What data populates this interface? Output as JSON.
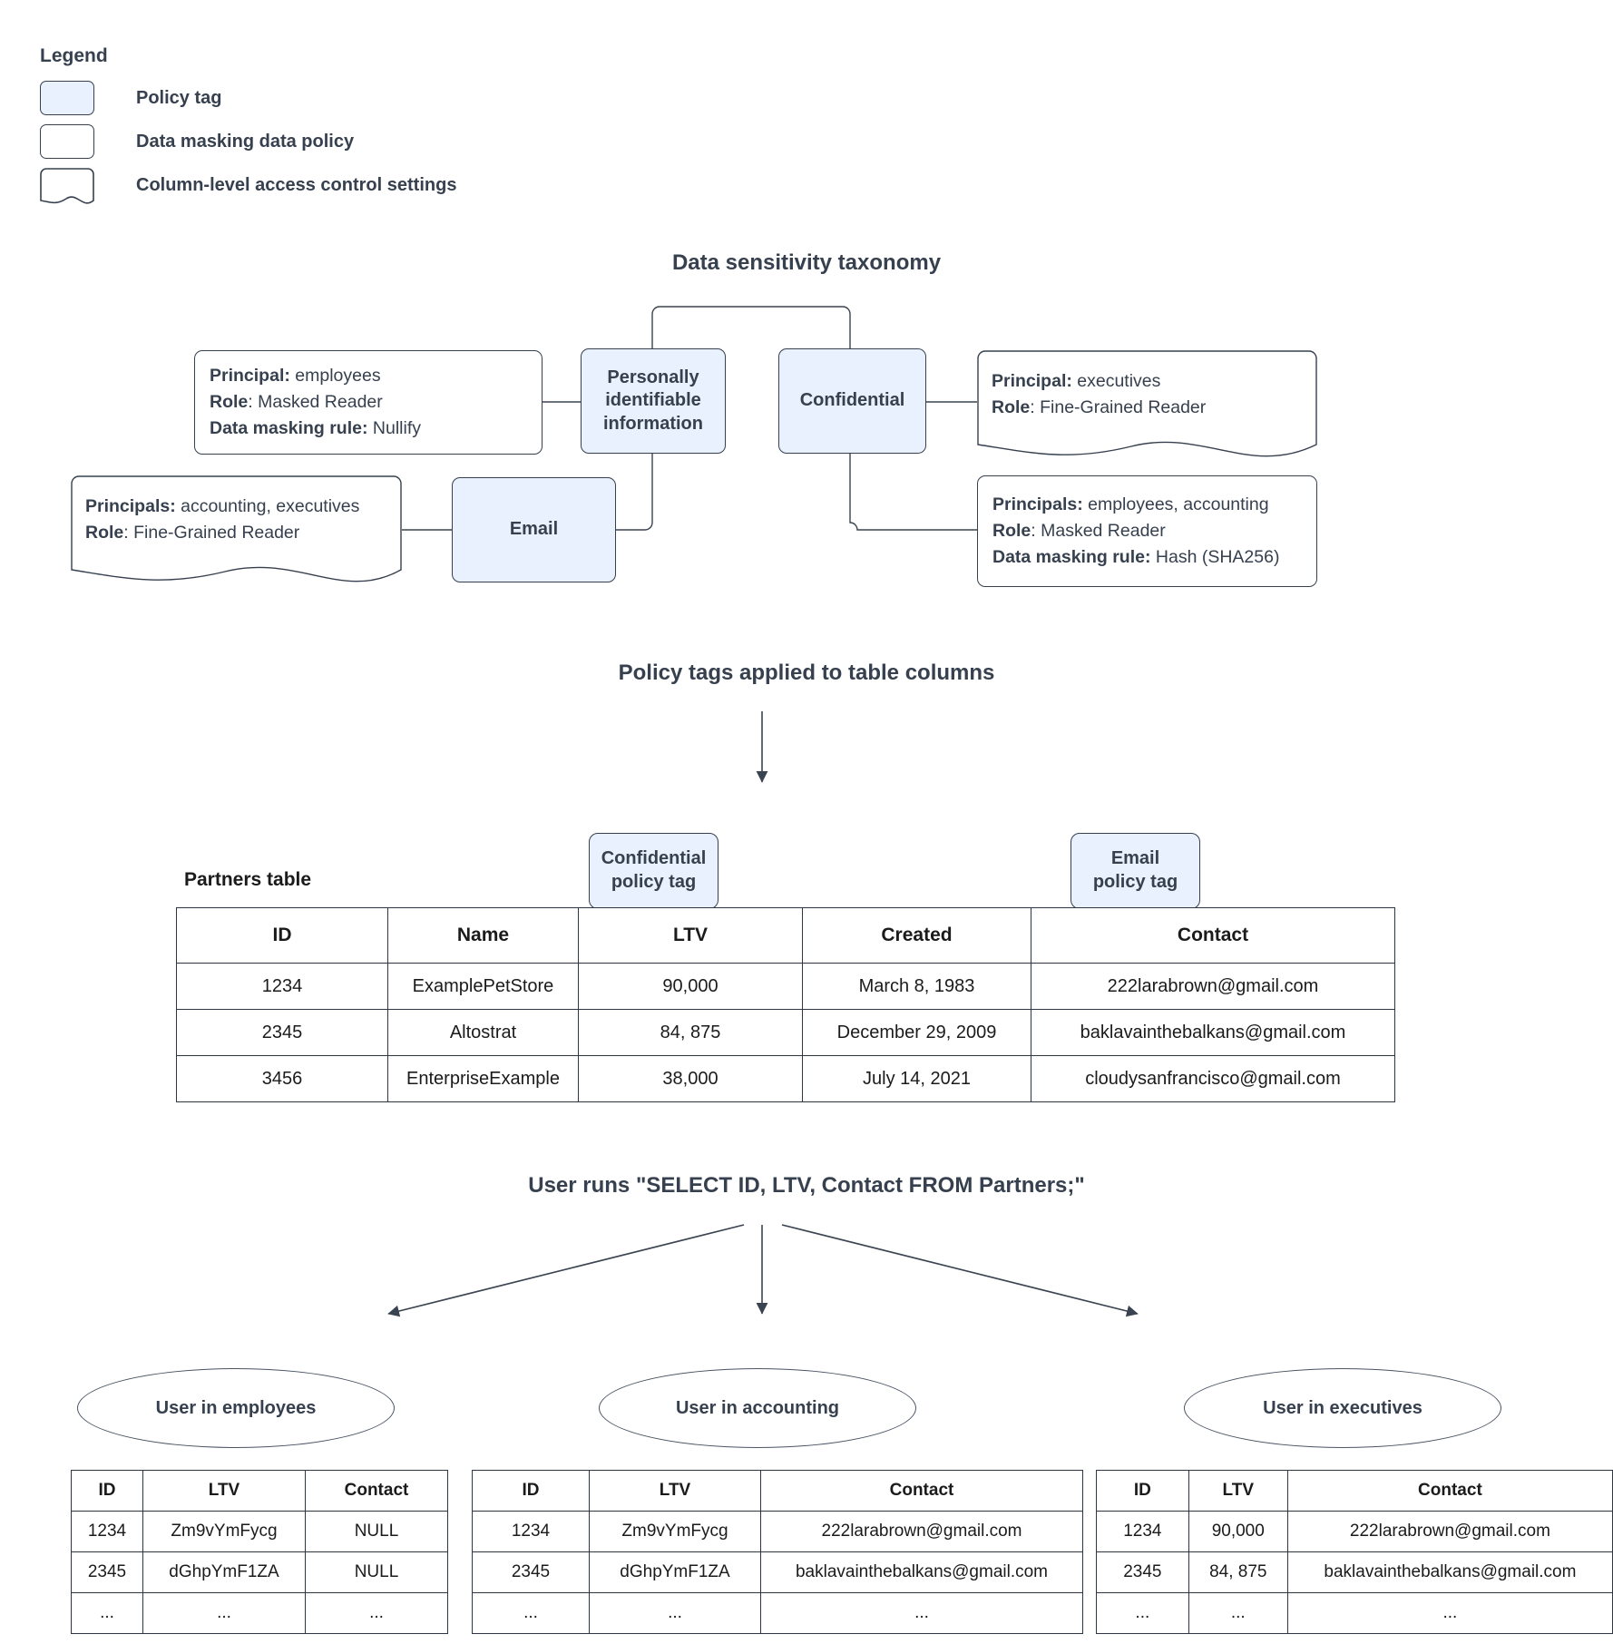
{
  "legend": {
    "title": "Legend",
    "items": [
      {
        "label": "Policy tag",
        "swatch": "policy-tag-swatch"
      },
      {
        "label": "Data masking data policy",
        "swatch": "data-policy-swatch"
      },
      {
        "label": "Column-level access control settings",
        "swatch": "access-control-swatch"
      }
    ]
  },
  "taxonomy": {
    "heading": "Data sensitivity taxonomy",
    "tags": {
      "pii": "Personally identifiable information",
      "confidential": "Confidential",
      "email": "Email"
    },
    "policies": {
      "pii_masking": {
        "principal_label": "Principal:",
        "principal_value": " employees",
        "role_label": "Role",
        "role_value": ": Masked Reader",
        "rule_label": "Data masking rule:",
        "rule_value": " Nullify"
      },
      "confidential_access": {
        "principal_label": "Principal:",
        "principal_value": " executives",
        "role_label": "Role",
        "role_value": ": Fine-Grained Reader"
      },
      "email_access": {
        "principal_label": "Principals:",
        "principal_value": " accounting, executives",
        "role_label": "Role",
        "role_value": ": Fine-Grained Reader"
      },
      "confidential_masking": {
        "principal_label": "Principals:",
        "principal_value": " employees, accounting",
        "role_label": "Role",
        "role_value": ": Masked Reader",
        "rule_label": "Data masking rule:",
        "rule_value": " Hash (SHA256)"
      }
    }
  },
  "applied": {
    "heading": "Policy tags applied to table columns",
    "caption": "Partners table",
    "tag_confidential": "Confidential\npolicy tag",
    "tag_confidential_l1": "Confidential",
    "tag_confidential_l2": "policy tag",
    "tag_email_l1": "Email",
    "tag_email_l2": "policy tag"
  },
  "query": {
    "heading": "User runs \"SELECT ID, LTV, Contact FROM Partners;\""
  },
  "chart_data": {
    "type": "table",
    "title": "Partners table",
    "partners_table": {
      "columns": [
        "ID",
        "Name",
        "LTV",
        "Created",
        "Contact"
      ],
      "rows": [
        [
          "1234",
          "ExamplePetStore",
          "90,000",
          "March 8, 1983",
          "222larabrown@gmail.com"
        ],
        [
          "2345",
          "Altostrat",
          "84, 875",
          "December 29, 2009",
          "baklavainthebalkans@gmail.com"
        ],
        [
          "3456",
          "EnterpriseExample",
          "38,000",
          "July 14, 2021",
          "cloudysanfrancisco@gmail.com"
        ]
      ]
    },
    "results": [
      {
        "actor": "User in employees",
        "columns": [
          "ID",
          "LTV",
          "Contact"
        ],
        "rows": [
          [
            "1234",
            "Zm9vYmFycg",
            "NULL"
          ],
          [
            "2345",
            "dGhpYmF1ZA",
            "NULL"
          ],
          [
            "...",
            "...",
            "..."
          ]
        ]
      },
      {
        "actor": "User in accounting",
        "columns": [
          "ID",
          "LTV",
          "Contact"
        ],
        "rows": [
          [
            "1234",
            "Zm9vYmFycg",
            "222larabrown@gmail.com"
          ],
          [
            "2345",
            "dGhpYmF1ZA",
            "baklavainthebalkans@gmail.com"
          ],
          [
            "...",
            "...",
            "..."
          ]
        ]
      },
      {
        "actor": "User in executives",
        "columns": [
          "ID",
          "LTV",
          "Contact"
        ],
        "rows": [
          [
            "1234",
            "90,000",
            "222larabrown@gmail.com"
          ],
          [
            "2345",
            "84, 875",
            "baklavainthebalkans@gmail.com"
          ],
          [
            "...",
            "...",
            "..."
          ]
        ]
      }
    ]
  },
  "colors": {
    "policy_tag_fill": "#e8f1fd",
    "stroke": "#36404e",
    "text": "#36404e"
  }
}
